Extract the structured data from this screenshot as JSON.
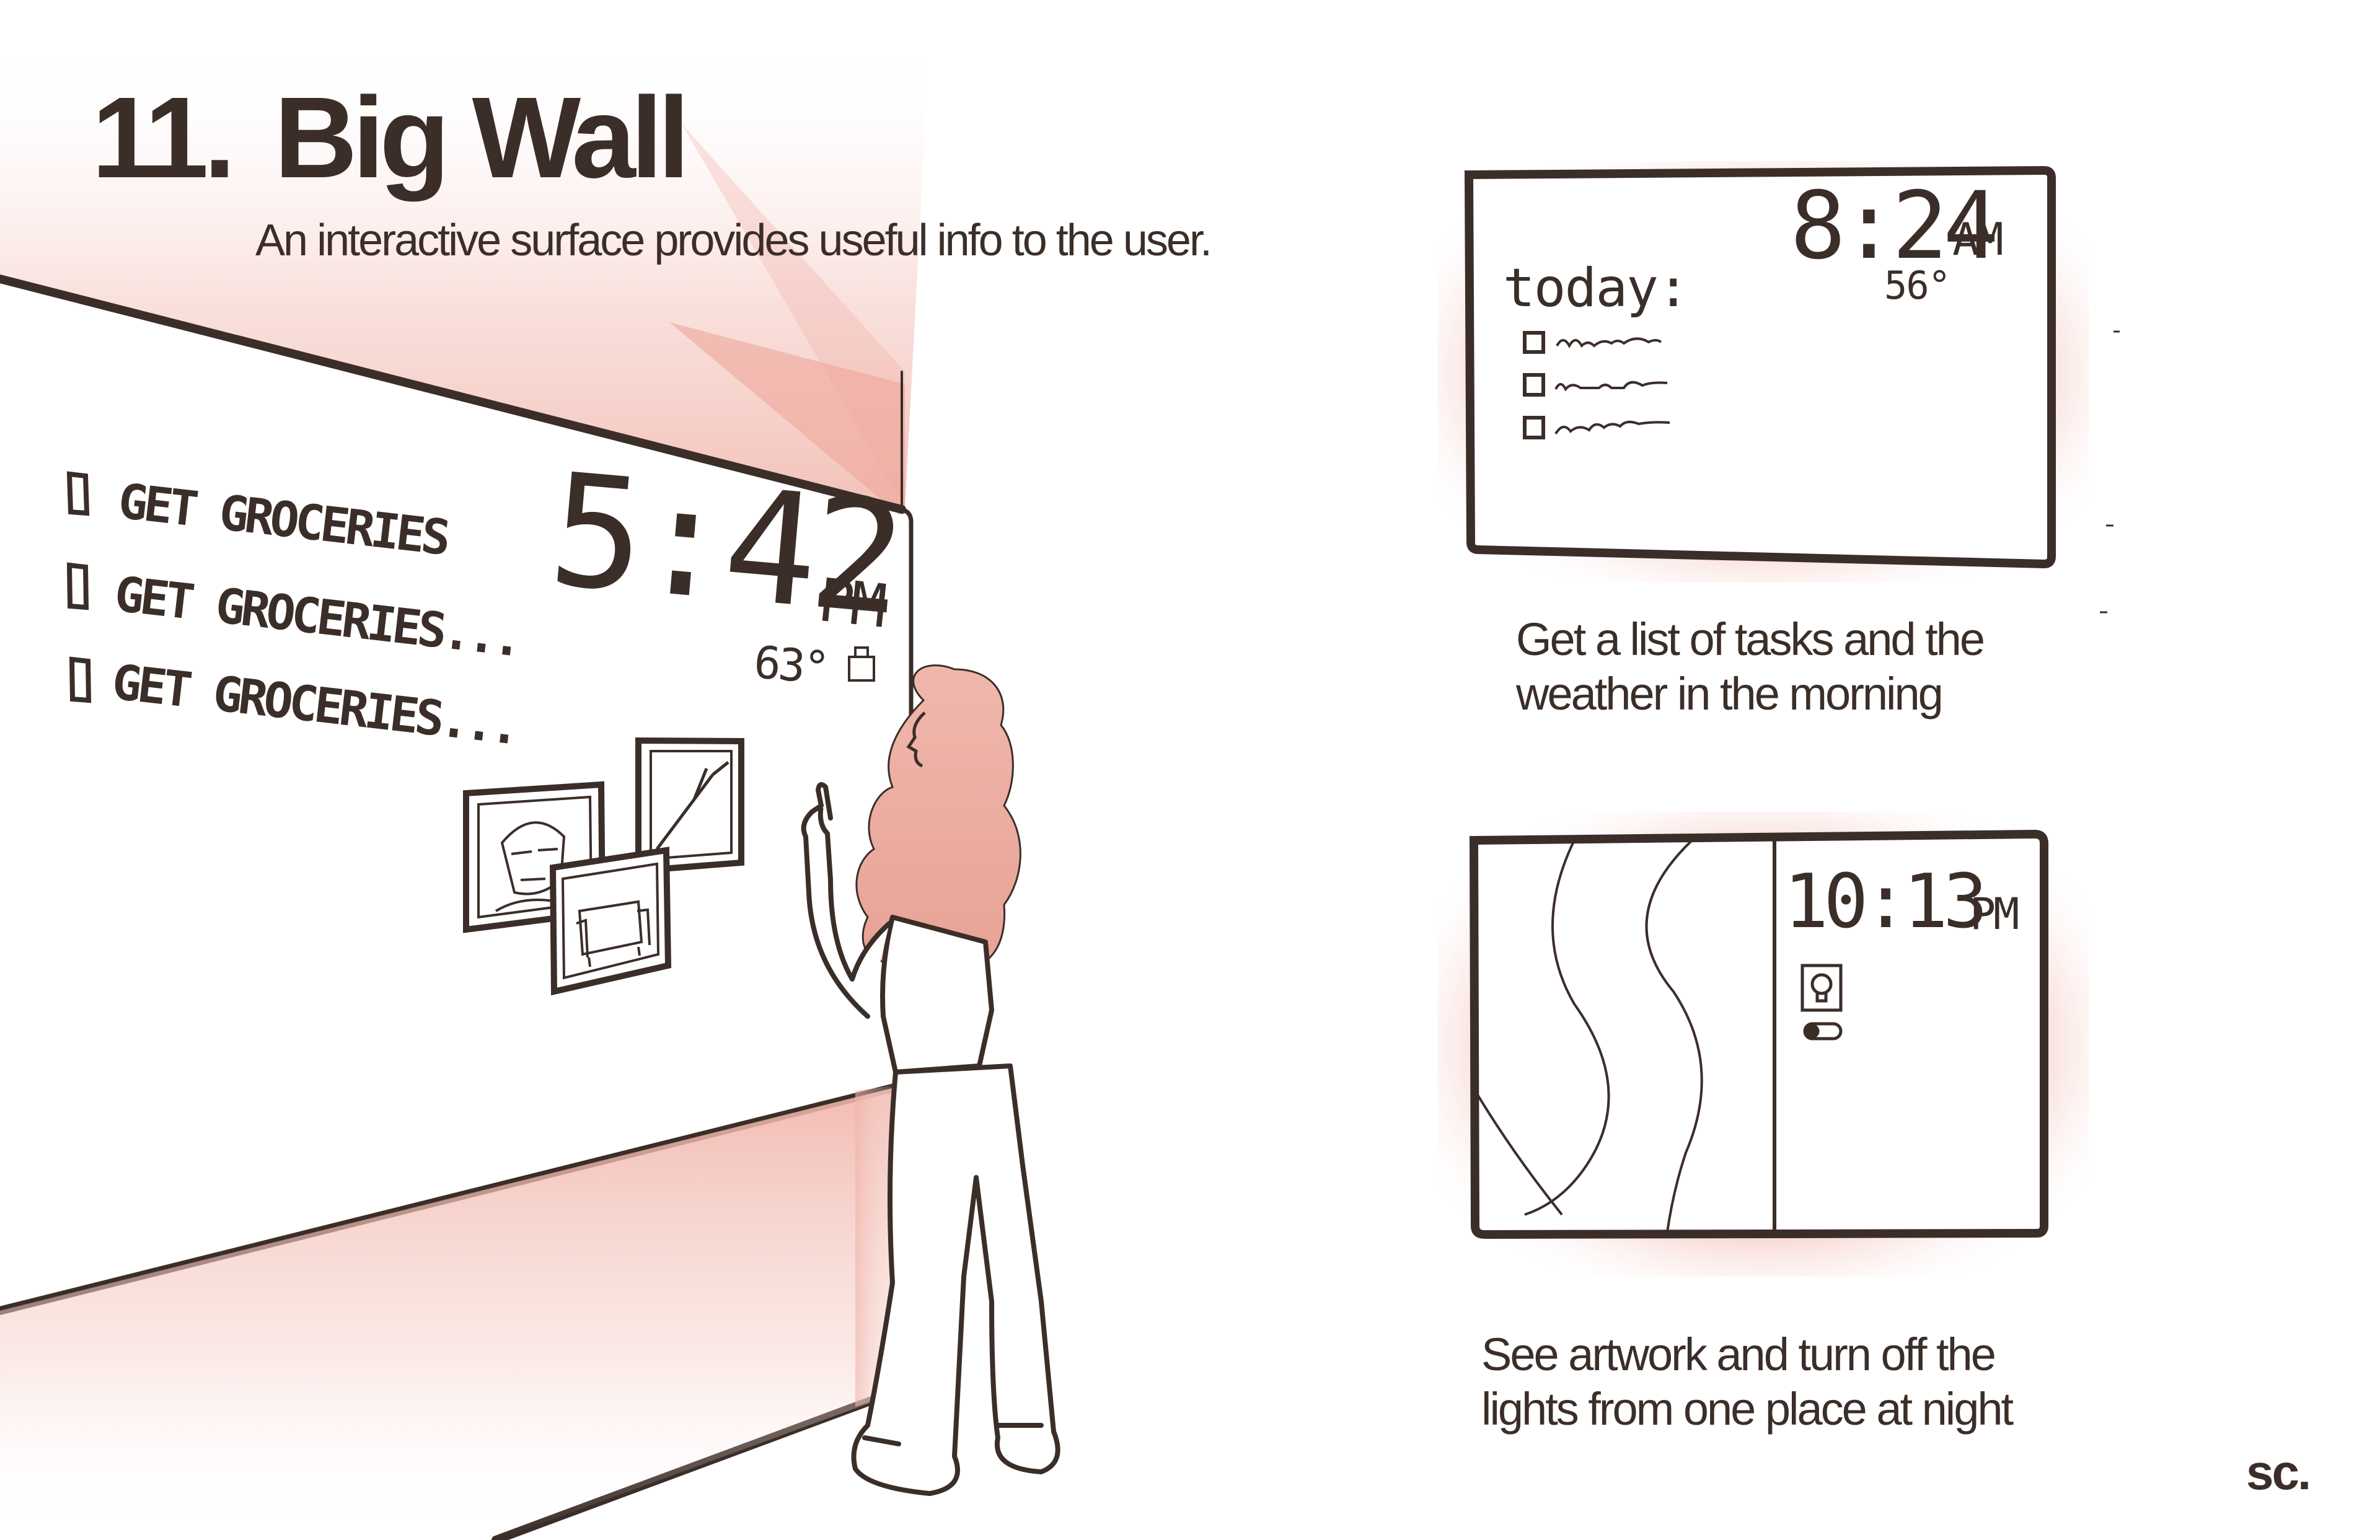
{
  "header": {
    "number": "11.",
    "title": "Big Wall",
    "subtitle": "An interactive surface provides useful info to the user."
  },
  "wall_scene": {
    "tasks": [
      "GET GROCERIES",
      "GET GROCERIES...",
      "GET GROCERIES..."
    ],
    "time": "5:42",
    "meridiem": "PM",
    "temperature": "63°"
  },
  "morning_panel": {
    "heading": "today:",
    "time": "8:24",
    "meridiem": "AM",
    "temperature": "56°",
    "caption_line1": "Get a list of tasks and the",
    "caption_line2": "weather in the morning"
  },
  "night_panel": {
    "time": "10:13",
    "meridiem": "PM",
    "caption_line1": "See artwork and turn off the",
    "caption_line2": "lights from one place at night"
  },
  "logo": "sc.",
  "colors": {
    "ink": "#3b2e28",
    "blush": "#f2b8ae",
    "hair": "#f0b7ad"
  }
}
